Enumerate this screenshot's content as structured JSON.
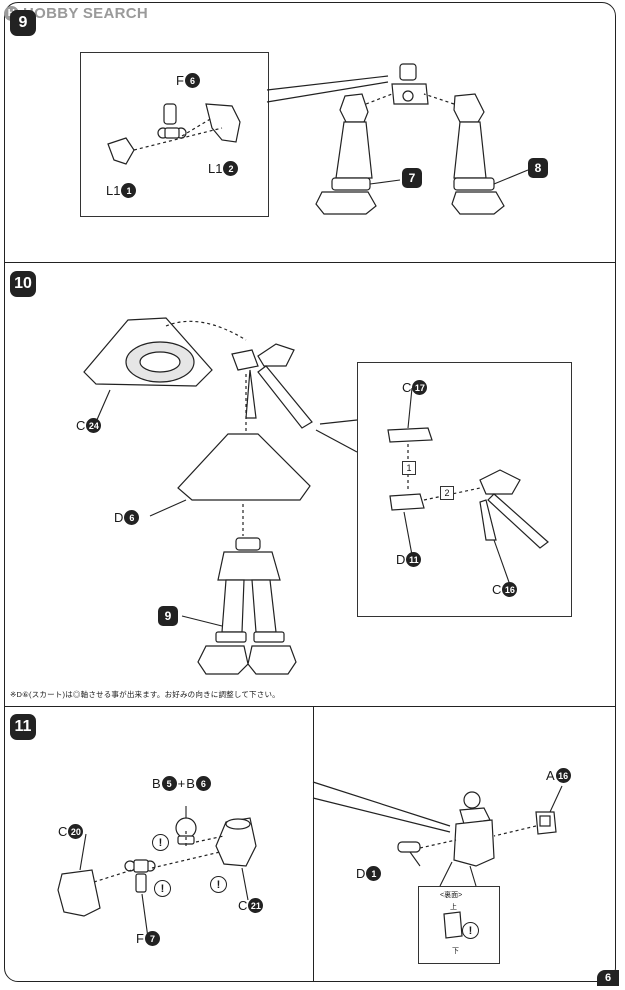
{
  "watermark": {
    "brand": "HOBBY SEARCH",
    "mark": "H"
  },
  "page_number": "6",
  "steps": [
    {
      "number": "9"
    },
    {
      "number": "10"
    },
    {
      "number": "11"
    }
  ],
  "step9": {
    "labels": {
      "f6": {
        "letter": "F",
        "num": "6"
      },
      "l1_1": {
        "letter": "L1",
        "num": "1"
      },
      "l1_2": {
        "letter": "L1",
        "num": "2"
      }
    },
    "sub_parts": {
      "left": "7",
      "right": "8"
    }
  },
  "step10": {
    "labels": {
      "c24": {
        "letter": "C",
        "num": "24"
      },
      "d6": {
        "letter": "D",
        "num": "6"
      },
      "c17": {
        "letter": "C",
        "num": "17"
      },
      "d11": {
        "letter": "D",
        "num": "11"
      },
      "c16": {
        "letter": "C",
        "num": "16"
      }
    },
    "sub_part": "9",
    "order": [
      "1",
      "2"
    ],
    "note": "※D⑥(スカート)は◎軸させる事が出来ます。お好みの向きに調整して下さい。"
  },
  "step11": {
    "labels": {
      "b5b6": {
        "a": "B",
        "an": "5",
        "plus": "+",
        "b": "B",
        "bn": "6"
      },
      "c20": {
        "letter": "C",
        "num": "20"
      },
      "c21": {
        "letter": "C",
        "num": "21"
      },
      "f7": {
        "letter": "F",
        "num": "7"
      },
      "a16": {
        "letter": "A",
        "num": "16"
      },
      "d1": {
        "letter": "D",
        "num": "1"
      }
    },
    "caution": "!",
    "inset": {
      "title": "<裏面>",
      "top": "上",
      "bottom": "下"
    }
  }
}
